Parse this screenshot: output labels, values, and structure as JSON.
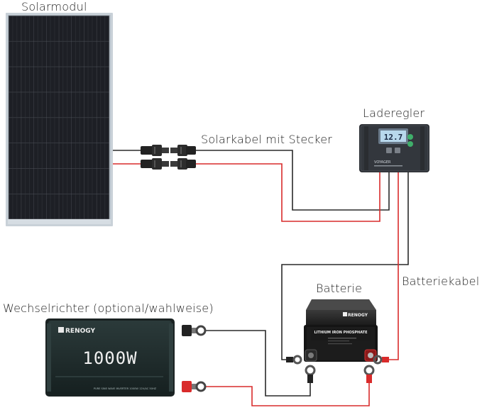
{
  "labels": {
    "solar_module": "Solarmodul",
    "charge_controller": "Laderegler",
    "solar_cable": "Solarkabel mit Stecker",
    "battery_cable": "Batteriekabel",
    "battery": "Batterie",
    "inverter": "Wechselrichter (optional/wahlweise)"
  },
  "devices": {
    "controller_brand": "VOYAGER",
    "controller_display": "12.7",
    "battery_brand": "RENOGY",
    "battery_type": "LITHIUM IRON PHOSPHATE",
    "inverter_brand": "RENOGY",
    "inverter_power": "1000W",
    "inverter_subtitle": "PURE SINE WAVE INVERTER 1000W 12V/AC 50HZ"
  },
  "colors": {
    "positive_wire": "#d92b2b",
    "negative_wire": "#2a2a2a",
    "panel": "#1b1d22",
    "inverter_body": "#1f2c2c"
  }
}
